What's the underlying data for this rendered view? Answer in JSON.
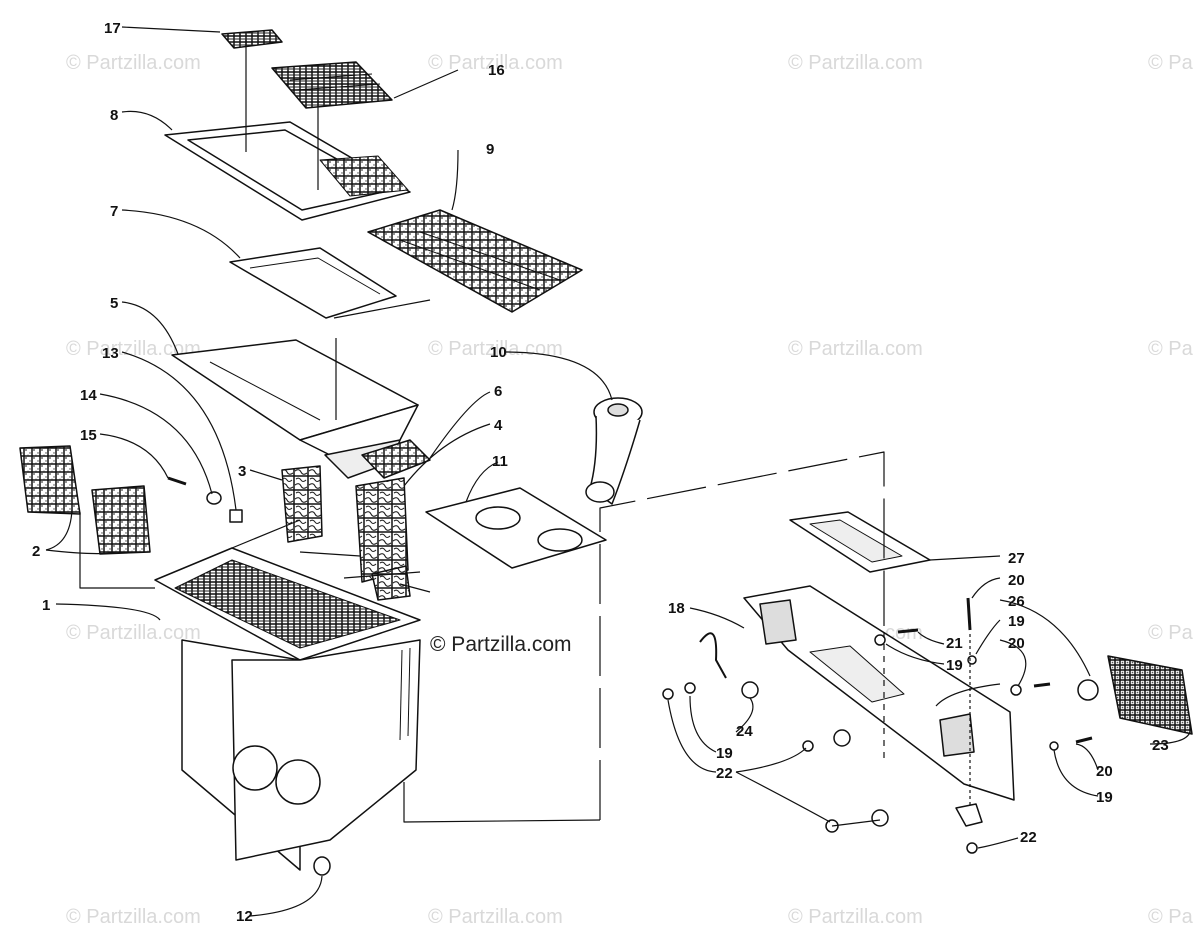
{
  "watermarks": [
    "© Partzilla.com",
    "© Partzilla.com",
    "© Partzilla.com",
    "© Pa",
    "© Partzilla.com",
    "© Partzilla.com",
    "© Partzilla.com",
    "© Pa",
    "© Partzilla.com",
    "© Partzilla.com",
    "© Pa",
    "© Partzilla.com",
    "© Partzilla.com",
    "© Partzilla.com",
    "© Pa"
  ],
  "watermark_center": "© Partzilla.com",
  "callouts": [
    "17",
    "16",
    "8",
    "9",
    "7",
    "5",
    "10",
    "13",
    "6",
    "14",
    "4",
    "11",
    "15",
    "3",
    "2",
    "1",
    "12",
    "27",
    "20",
    "26",
    "18",
    "19",
    "21",
    "20",
    "24",
    "19",
    "22",
    "23",
    "20",
    "19",
    "22"
  ]
}
